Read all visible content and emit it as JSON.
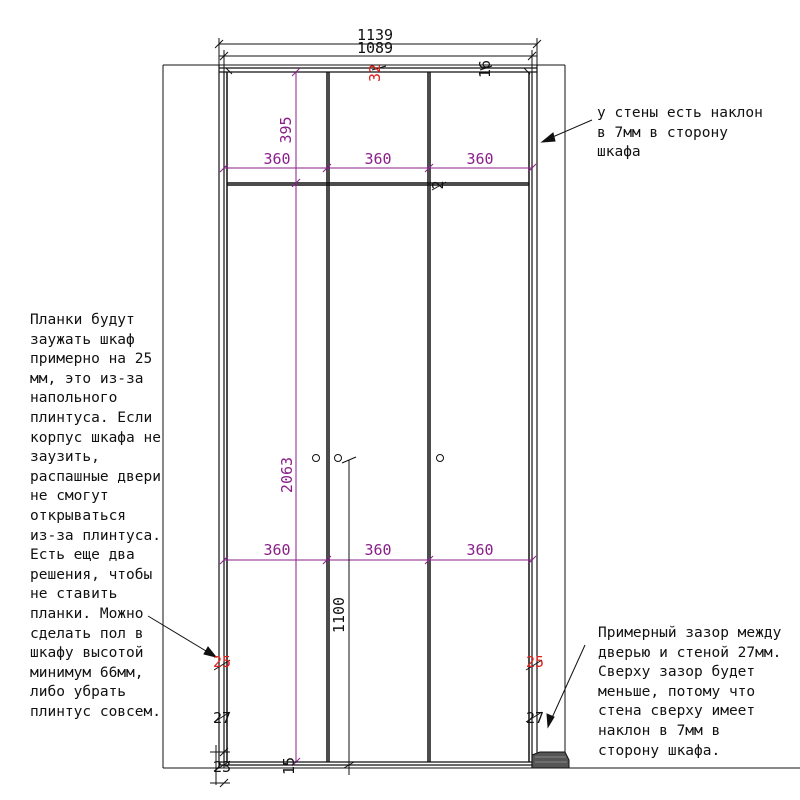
{
  "colors": {
    "line": "#111111",
    "dimension": "#8a1f8a",
    "highlight": "#e0201a",
    "light": "#999999"
  },
  "dimensions": {
    "total_width": "1139",
    "inner_width": "1089",
    "top_gap": "32",
    "top_panel": "16",
    "upper_height": "395",
    "shelf_gap": "2",
    "upper_widths": [
      "360",
      "360",
      "360"
    ],
    "lower_widths": [
      "360",
      "360",
      "360"
    ],
    "total_height": "2063",
    "handle_height": "1100",
    "left_plank": "25",
    "right_plank": "25",
    "left_gap": "27",
    "right_gap": "27",
    "left_bottom": "23",
    "bottom_gap": "15"
  },
  "notes": {
    "wall_slope": [
      "у стены есть наклон",
      "в 7мм в сторону",
      "шкафа"
    ],
    "planks": [
      "Планки будут",
      "заужать шкаф",
      "примерно на 25",
      "мм, это из-за",
      "напольного",
      "плинтуса. Если",
      "корпус шкафа не",
      "заузить,",
      "распашные двери",
      "не смогут",
      "открываться",
      "из-за плинтуса.",
      "Есть еще два",
      "решения, чтобы",
      "не ставить",
      "планки. Можно",
      "сделать пол в",
      "шкафу высотой",
      "минимум 66мм,",
      "либо убрать",
      "плинтус совсем."
    ],
    "door_gap": [
      "Примерный зазор между",
      "дверью и стеной 27мм.",
      "Сверху зазор будет",
      "меньше, потому что",
      "стена сверху имеет",
      "наклон в 7мм в",
      "сторону шкафа."
    ]
  }
}
